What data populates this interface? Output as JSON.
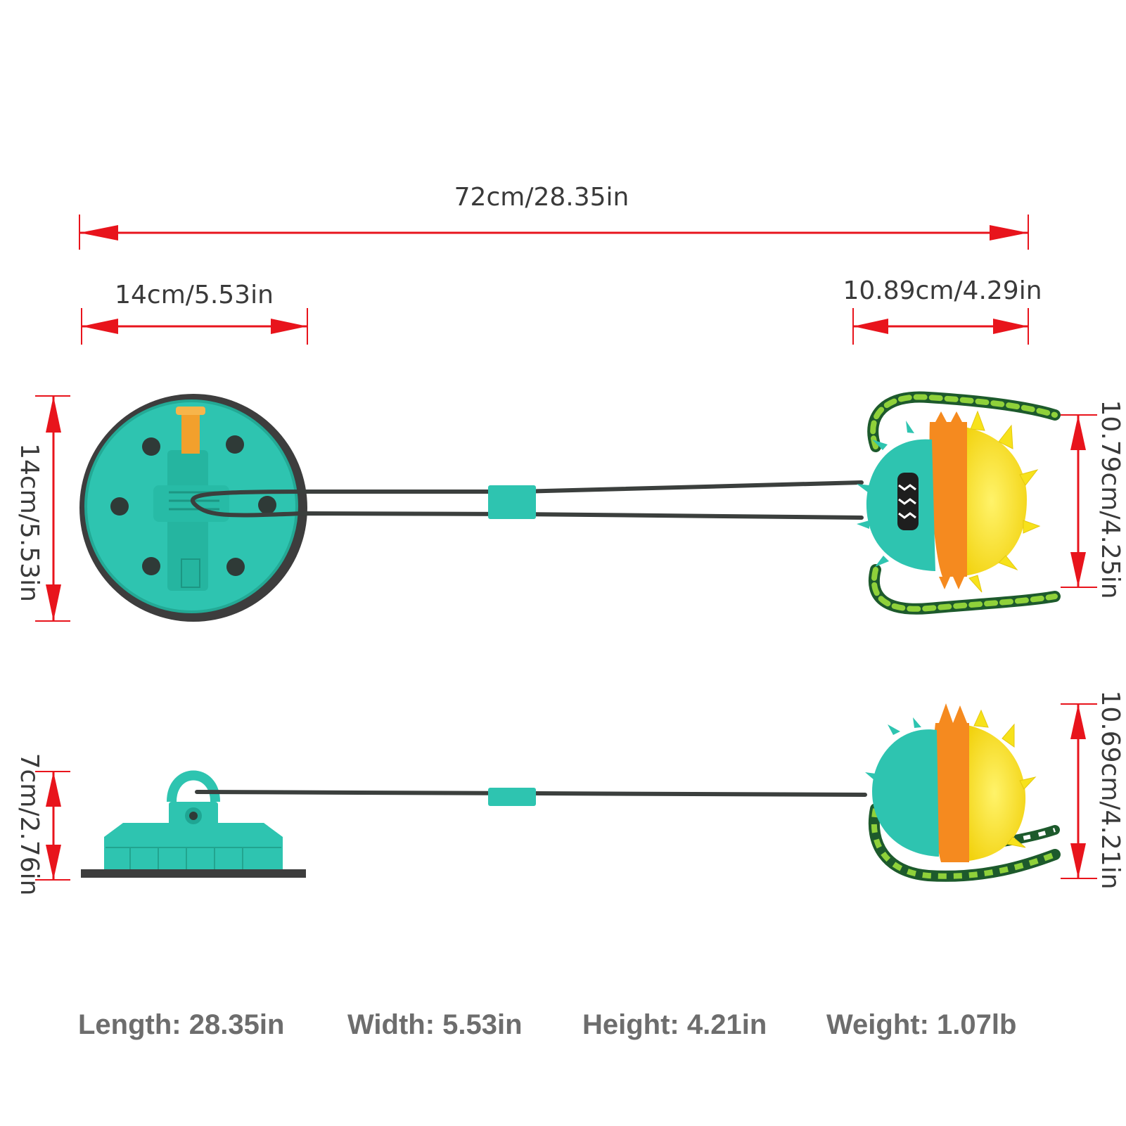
{
  "dimensions": {
    "total_length": "72cm/28.35in",
    "base_width_top": "14cm/5.53in",
    "ball_width": "10.89cm/4.29in",
    "base_height_side": "14cm/5.53in",
    "ball_height_top": "10.79cm/4.25in",
    "base_height_bottom": "7cm/2.76in",
    "ball_height_bottom": "10.69cm/4.21in"
  },
  "specs": {
    "length": "Length: 28.35in",
    "width": "Width: 5.53in",
    "height": "Height: 4.21in",
    "weight": "Weight: 1.07lb"
  },
  "colors": {
    "dimension_line": "#e8141c",
    "teal": "#2ec4b0",
    "teal_dark": "#1fa593",
    "rim": "#3d3d3d",
    "orange": "#f58a1f",
    "yellow": "#f7e21b",
    "cord": "#3b3f3d",
    "rope_green": "#8fd13a",
    "rope_dark": "#1d5a2c"
  }
}
